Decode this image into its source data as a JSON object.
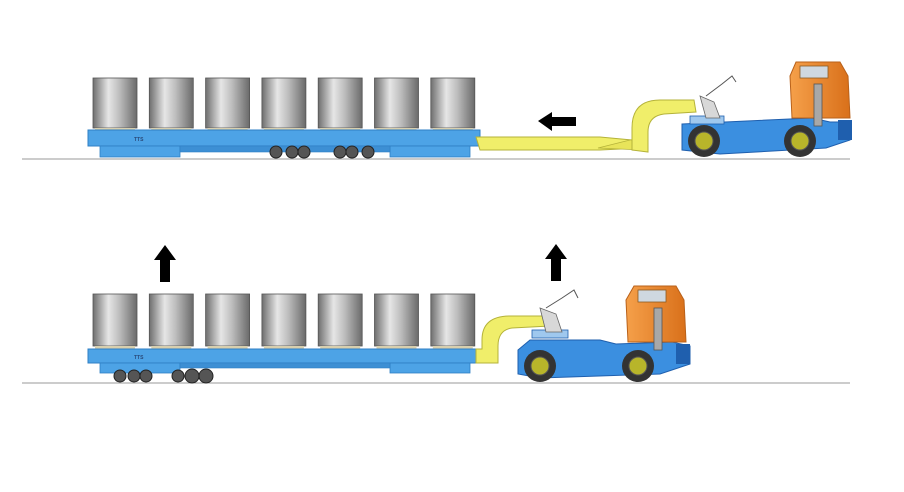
{
  "colors": {
    "background": "#ffffff",
    "ground": "#9a9a9a",
    "trailer_body": "#4da3e6",
    "trailer_dark": "#2f7fc4",
    "coil_light": "#d9d9d9",
    "coil_dark": "#7d7d7d",
    "gooseneck": "#f0ee6a",
    "gooseneck_edge": "#b5b33a",
    "tractor_body": "#3b8fe0",
    "tractor_dark": "#1f5fae",
    "cab": "#f08a24",
    "cab_dark": "#b9611a",
    "wheel": "#333333",
    "hub": "#b8b52a",
    "arrow": "#000000"
  },
  "scenes": [
    {
      "name": "step-1-reverse-under-trailer",
      "arrow_direction": "left",
      "coil_count": 7,
      "trailer_marking": "TTS"
    },
    {
      "name": "step-2-lift-and-couple",
      "arrow_direction": "up",
      "arrow_count": 2,
      "coil_count": 7,
      "trailer_marking": "TTS"
    }
  ]
}
